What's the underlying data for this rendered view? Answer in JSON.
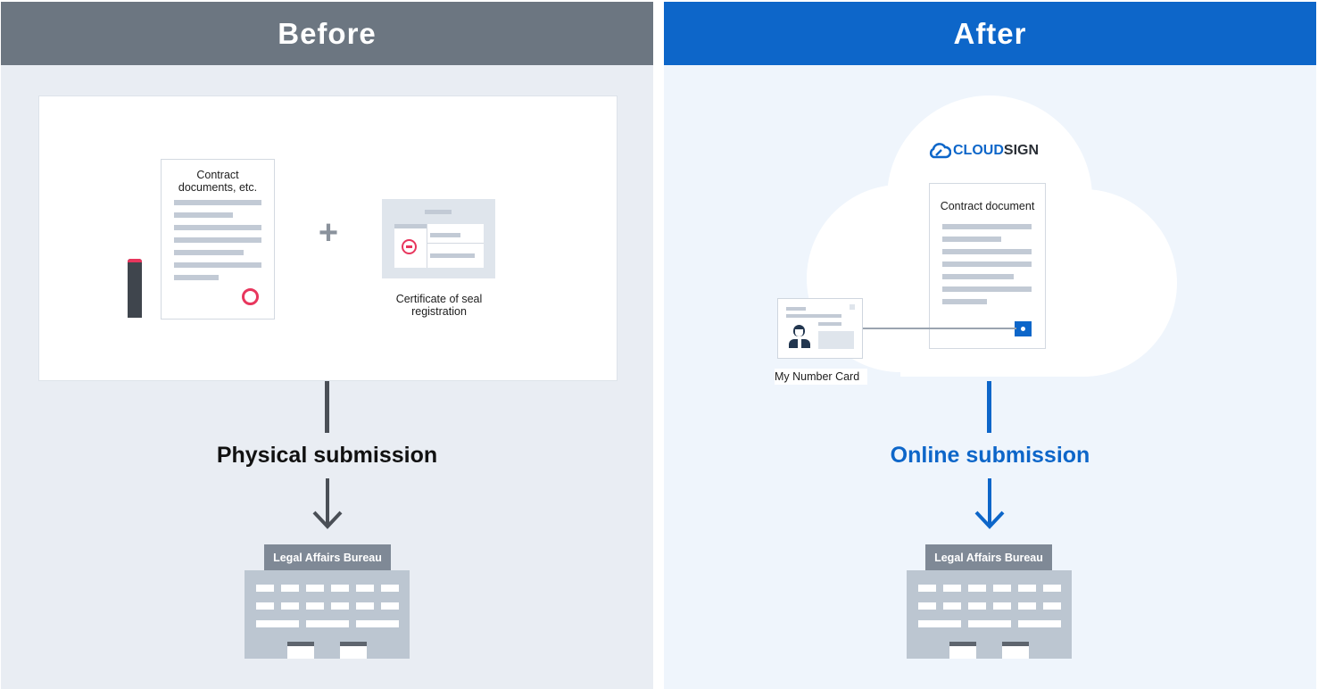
{
  "before": {
    "header": "Before",
    "document_label_line1": "Contract",
    "document_label_line2": "documents, etc.",
    "plus_symbol": "+",
    "certificate_label_line1": "Certificate of seal",
    "certificate_label_line2": "registration",
    "submission": "Physical submission",
    "bureau": "Legal Affairs Bureau"
  },
  "after": {
    "header": "After",
    "brand_cloud": "CLOUD",
    "brand_sign": "SIGN",
    "document_label": "Contract document",
    "card_label": "My Number Card",
    "submission": "Online submission",
    "bureau": "Legal Affairs Bureau"
  },
  "colors": {
    "before_header": "#6c7681",
    "after_header": "#0d66c9",
    "before_background": "#e9edf3",
    "after_background": "#eff5fc",
    "seal_red": "#e8365d",
    "building_gray": "#bcc6d1",
    "before_connector": "#4a4f56",
    "after_connector": "#0d66c9"
  }
}
